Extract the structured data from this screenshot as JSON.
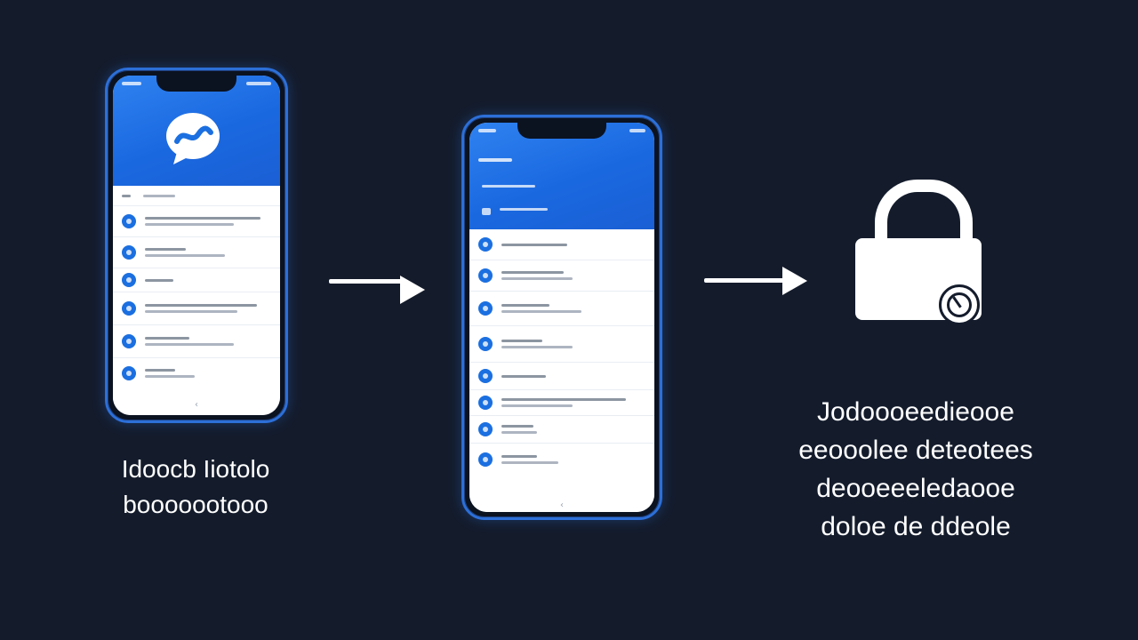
{
  "captions": {
    "left_line1": "Idoocb Iiotolo",
    "left_line2": "booooootooo",
    "right_line1": "Jodoooeedieooe",
    "right_line2": "eeooolee deteotees",
    "right_line3": "deooeeeledaooe",
    "right_line4": "doloe de ddeole"
  },
  "colors": {
    "background": "#141c2c",
    "accent_blue": "#1b6fe0",
    "white": "#ffffff"
  },
  "icons": {
    "phone1_logo": "messenger-bubble-icon",
    "arrow": "arrow-right-icon",
    "lock": "padlock-icon"
  }
}
